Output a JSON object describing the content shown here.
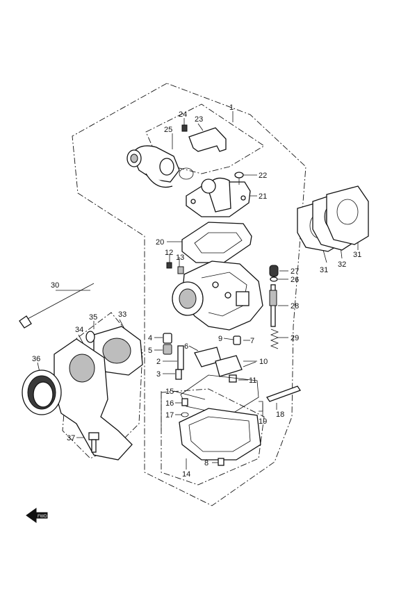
{
  "labels": [
    "1",
    "2",
    "3",
    "4",
    "5",
    "6",
    "7",
    "8",
    "9",
    "10",
    "11",
    "12",
    "13",
    "14",
    "15",
    "16",
    "17",
    "18",
    "19",
    "20",
    "21",
    "22",
    "23",
    "24",
    "25",
    "26",
    "27",
    "28",
    "29",
    "30",
    "31",
    "32",
    "33",
    "34",
    "35",
    "36",
    "37"
  ],
  "fwd_arrow_text": "FWD"
}
